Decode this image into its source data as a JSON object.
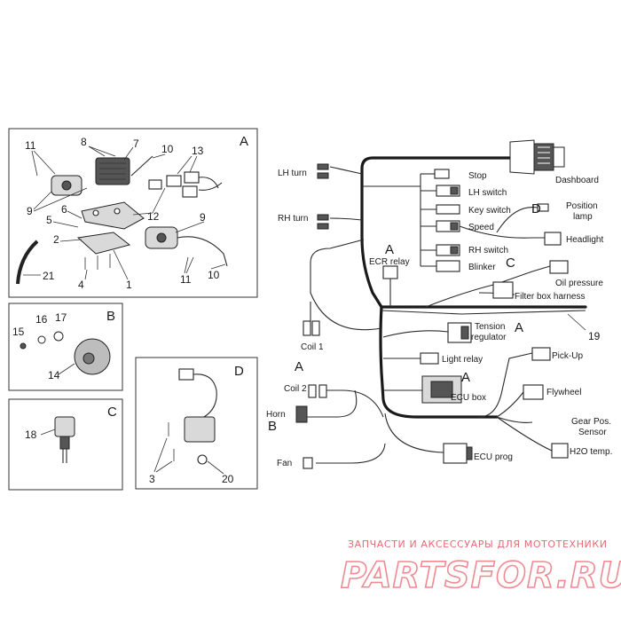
{
  "panels": {
    "A": {
      "letter": "A",
      "numbers": [
        "11",
        "8",
        "7",
        "10",
        "13",
        "9",
        "6",
        "5",
        "2",
        "12",
        "9",
        "4",
        "1",
        "11",
        "10",
        "21"
      ]
    },
    "B": {
      "letter": "B",
      "numbers": [
        "15",
        "16",
        "17",
        "14"
      ]
    },
    "C": {
      "letter": "C",
      "numbers": [
        "18"
      ]
    },
    "D": {
      "letter": "D",
      "numbers": [
        "3",
        "20"
      ]
    }
  },
  "wiring": {
    "labels": {
      "lh_turn": "LH turn",
      "rh_turn": "RH turn",
      "dashboard": "Dashboard",
      "stop": "Stop",
      "lh_switch": "LH switch",
      "key_switch": "Key switch",
      "speed": "Speed",
      "position_lamp_1": "Position",
      "position_lamp_2": "lamp",
      "headlight": "Headlight",
      "rh_switch": "RH switch",
      "blinker": "Blinker",
      "ecr_relay": "ECR relay",
      "oil_pressure": "Oil pressure",
      "filter_box": "Filter box harness",
      "coil1": "Coil 1",
      "tension_1": "Tension",
      "tension_2": "regulator",
      "light_relay": "Light relay",
      "pick_up": "Pick-Up",
      "coil2": "Coil 2",
      "ecu_box": "ECU box",
      "flywheel": "Flywheel",
      "horn": "Horn",
      "gear_pos_1": "Gear Pos.",
      "gear_pos_2": "Sensor",
      "h2o": "H2O temp.",
      "ecu_prog": "ECU prog",
      "fan": "Fan",
      "ref_19": "19"
    },
    "letters": {
      "d_speed": "D",
      "a_ecr": "A",
      "c_oil": "C",
      "a_tension": "A",
      "a_coil2": "A",
      "a_ecu": "A",
      "b_horn": "B"
    }
  },
  "watermark": {
    "line1": "ЗАПЧАСТИ И АКСЕССУАРЫ ДЛЯ МОТОТЕХНИКИ",
    "line2": "PARTSFOR.RU"
  },
  "colors": {
    "line": "#1a1a1a",
    "watermark": "#e46a73"
  }
}
